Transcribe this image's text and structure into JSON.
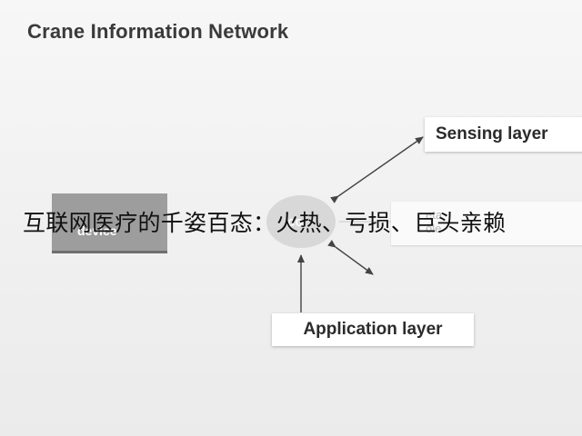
{
  "title": "Crane Information Network",
  "layers": {
    "sensing": "Sensing layer",
    "application": "Application layer",
    "partial_line1": "eta",
    "partial_line2": "ole"
  },
  "device_label": "device",
  "core_label": "co",
  "caption": "互联网医疗的千姿百态：火热、亏损、巨头亲赖",
  "colors": {
    "background": "#f2f2f2",
    "device_fill": "#9d9d9d",
    "core_fill": "#d8d8d8",
    "arrow": "#444444"
  }
}
